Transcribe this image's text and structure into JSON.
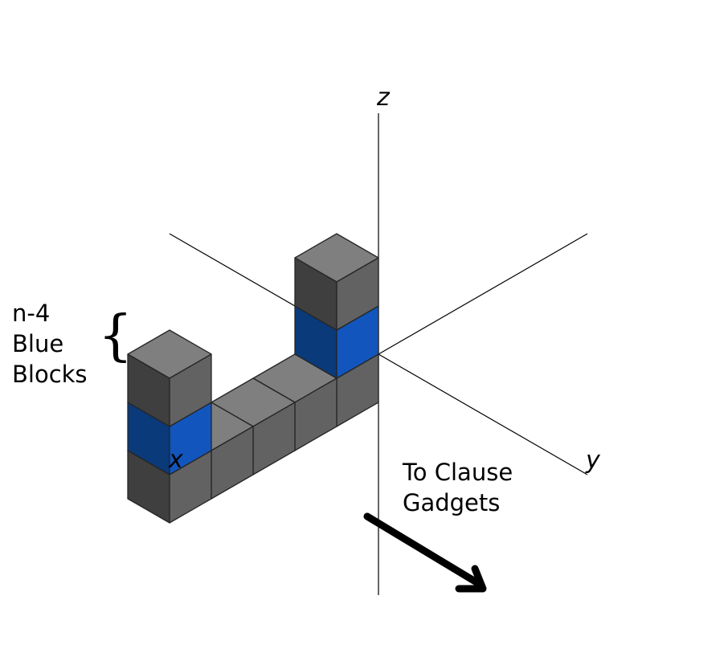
{
  "axes": {
    "x_label": "x",
    "y_label": "y",
    "z_label": "z"
  },
  "annotations": {
    "blue_blocks": [
      "n-4",
      "Blue",
      "Blocks"
    ],
    "clause_gadgets": [
      "To Clause",
      "Gadgets"
    ],
    "brace": "{"
  },
  "colors": {
    "gray_top": "#7f7f7f",
    "gray_left": "#3f3f3f",
    "gray_right": "#626262",
    "blue_left": "#0a3a7a",
    "blue_right": "#1256bd",
    "arrow": "#000000",
    "axis_line": "#000000"
  },
  "blocks": [
    {
      "x": 5,
      "y": 0,
      "z": 0,
      "color": "gray"
    },
    {
      "x": 5,
      "y": 0,
      "z": 1,
      "color": "blue"
    },
    {
      "x": 5,
      "y": 0,
      "z": 2,
      "color": "gray"
    },
    {
      "x": 4,
      "y": 0,
      "z": 0,
      "color": "gray"
    },
    {
      "x": 3,
      "y": 0,
      "z": 0,
      "color": "gray"
    },
    {
      "x": 2,
      "y": 0,
      "z": 0,
      "color": "gray"
    },
    {
      "x": 1,
      "y": 0,
      "z": 0,
      "color": "gray"
    },
    {
      "x": 1,
      "y": 0,
      "z": 1,
      "color": "blue"
    },
    {
      "x": 1,
      "y": 0,
      "z": 2,
      "color": "gray"
    }
  ]
}
